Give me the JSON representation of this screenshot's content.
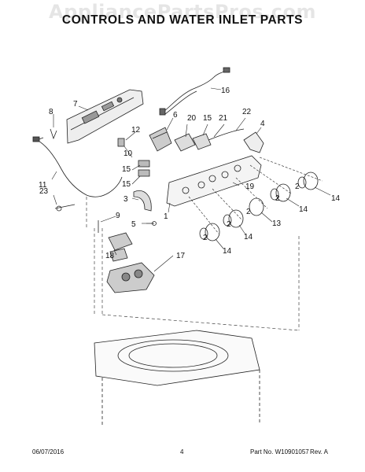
{
  "watermark": "AppliancePartsPros.com",
  "title": "CONTROLS AND WATER INLET PARTS",
  "callouts": [
    {
      "id": "c16",
      "text": "16"
    },
    {
      "id": "c7",
      "text": "7"
    },
    {
      "id": "c8",
      "text": "8"
    },
    {
      "id": "c6",
      "text": "6"
    },
    {
      "id": "c12",
      "text": "12"
    },
    {
      "id": "c20",
      "text": "20"
    },
    {
      "id": "c15a",
      "text": "15"
    },
    {
      "id": "c21",
      "text": "21"
    },
    {
      "id": "c22",
      "text": "22"
    },
    {
      "id": "c4",
      "text": "4"
    },
    {
      "id": "c10",
      "text": "10"
    },
    {
      "id": "c11",
      "text": "11"
    },
    {
      "id": "c15b",
      "text": "15"
    },
    {
      "id": "c15c",
      "text": "15"
    },
    {
      "id": "c19",
      "text": "19"
    },
    {
      "id": "c23",
      "text": "23"
    },
    {
      "id": "c3",
      "text": "3"
    },
    {
      "id": "c1",
      "text": "1"
    },
    {
      "id": "c2a",
      "text": "2"
    },
    {
      "id": "c2b",
      "text": "2"
    },
    {
      "id": "c2c",
      "text": "2"
    },
    {
      "id": "c2d",
      "text": "2"
    },
    {
      "id": "c2e",
      "text": "2"
    },
    {
      "id": "c14a",
      "text": "14"
    },
    {
      "id": "c14b",
      "text": "14"
    },
    {
      "id": "c14c",
      "text": "14"
    },
    {
      "id": "c14d",
      "text": "14"
    },
    {
      "id": "c13",
      "text": "13"
    },
    {
      "id": "c9",
      "text": "9"
    },
    {
      "id": "c5",
      "text": "5"
    },
    {
      "id": "c18",
      "text": "18"
    },
    {
      "id": "c17",
      "text": "17"
    }
  ],
  "footer": {
    "date": "06/07/2016",
    "page": "4",
    "part_no": "Part No. W10901057",
    "rev": "Rev. A"
  }
}
